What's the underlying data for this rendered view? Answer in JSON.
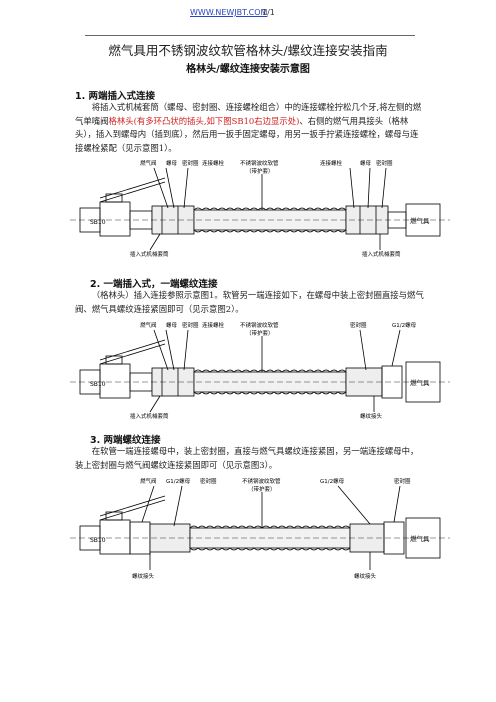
{
  "header": {
    "url": "WWW.NEWJBT.COM",
    "page": "1/1"
  },
  "title": "燃气具用不锈钢波纹软管格林头/螺纹连接安装指南",
  "subtitle": "格林头/螺纹连接安装示意图",
  "sections": [
    {
      "heading": "1.  两端插入式连接",
      "text_a": "将插入式机械套筒（螺母、密封圈、连接螺栓组合）中的连接螺栓拧松几个牙,将左侧的燃气单嘴阀",
      "text_red": "格林头(有多环凸状的插头,如下图SB10右边显示处)",
      "text_b": "、右侧的燃气用具接头（格林头），插入到螺母内（插到底），然后用一扳手固定螺母，用另一扳手拧紧连接螺栓，螺母与连接螺栓紧配（见示意图1）。"
    },
    {
      "heading": "2.  一端插入式，一端螺纹连接",
      "text": "（格林头）插入连接参照示意图1。软管另一端连接如下，在螺母中装上密封圈直接与燃气阀、燃气具螺纹连接紧固即可（见示意图2）。"
    },
    {
      "heading": "3.  两端螺纹连接",
      "text": "在软管一端连接螺母中，装上密封圈，直接与燃气具螺纹连接紧固，另一端连接螺母中，装上密封圈与燃气阀螺纹连接紧固即可（见示意图3）。"
    }
  ],
  "figures": [
    {
      "top_labels": [
        "燃气阀",
        "螺母",
        "密封圈",
        "连接螺栓",
        "不锈钢波纹软管",
        "（带护套）",
        "连接螺栓",
        "螺母",
        "密封圈"
      ],
      "valve_label": "SB10",
      "appliance_label": "燃气具",
      "bottom_labels": [
        "插入式机械套筒",
        "插入式机械套筒"
      ]
    },
    {
      "top_labels": [
        "燃气阀",
        "螺母",
        "密封圈",
        "连接螺栓",
        "不锈钢波纹软管",
        "（带护套）",
        "密封圈",
        "G1/2螺母"
      ],
      "valve_label": "SB10",
      "appliance_label": "燃气具",
      "bottom_labels": [
        "插入式机械套筒",
        "螺纹接头"
      ]
    },
    {
      "top_labels": [
        "燃气阀",
        "G1/2螺母",
        "密封圈",
        "不锈钢波纹软管",
        "（带护套）",
        "G1/2螺母",
        "密封圈"
      ],
      "valve_label": "SB10",
      "appliance_label": "燃气具",
      "bottom_labels": [
        "螺纹接头",
        "螺纹接头"
      ]
    }
  ]
}
